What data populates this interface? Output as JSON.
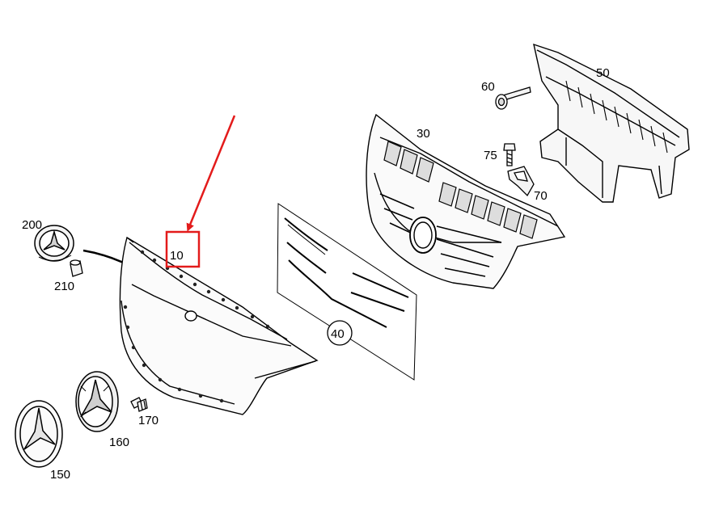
{
  "diagram": {
    "highlight_color": "#e31b1b",
    "line_color": "#000000",
    "parts": [
      {
        "id": "p200",
        "number": "200",
        "icon": "emblem-star-badge"
      },
      {
        "id": "p210",
        "number": "210",
        "icon": "sleeve-clip"
      },
      {
        "id": "p10",
        "number": "10",
        "icon": "grille-frame",
        "highlighted": true
      },
      {
        "id": "p40",
        "number": "40",
        "icon": "trim-strips-panel"
      },
      {
        "id": "p30",
        "number": "30",
        "icon": "radiator-grille"
      },
      {
        "id": "p50",
        "number": "50",
        "icon": "grille-carrier-bracket"
      },
      {
        "id": "p60",
        "number": "60",
        "icon": "rivet-fastener"
      },
      {
        "id": "p75",
        "number": "75",
        "icon": "screw"
      },
      {
        "id": "p70",
        "number": "70",
        "icon": "mounting-clip"
      },
      {
        "id": "p150",
        "number": "150",
        "icon": "star-emblem-ring"
      },
      {
        "id": "p160",
        "number": "160",
        "icon": "star-emblem-3d"
      },
      {
        "id": "p170",
        "number": "170",
        "icon": "screw"
      }
    ]
  }
}
